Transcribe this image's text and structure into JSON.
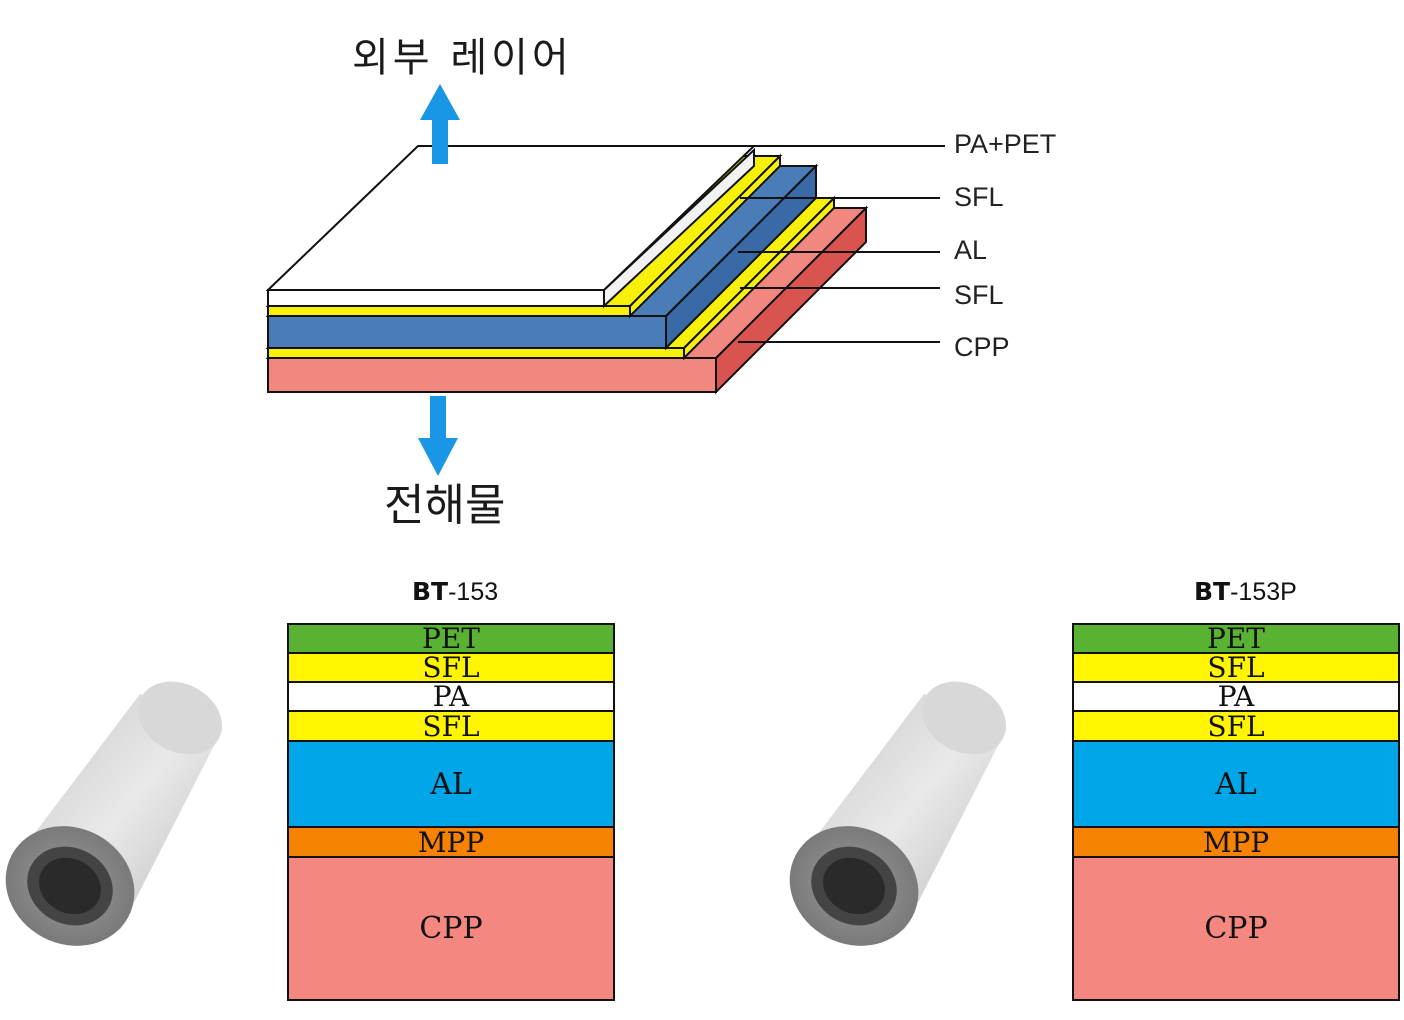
{
  "top_diagram": {
    "outer_label": "외부 레이어",
    "inner_label": "전해물",
    "layers": [
      {
        "name": "PA+PET",
        "color": "#ffffff"
      },
      {
        "name": "SFL",
        "color": "#f7f00a"
      },
      {
        "name": "AL",
        "color": "#4a7db8"
      },
      {
        "name": "SFL",
        "color": "#f7f00a"
      },
      {
        "name": "CPP",
        "color": "#ee8a80"
      }
    ],
    "arrow_color": "#1a96e6"
  },
  "products": [
    {
      "title_bold": "BT",
      "title_rest": "-153",
      "layers": [
        {
          "name": "PET",
          "color": "#5ab232"
        },
        {
          "name": "SFL",
          "color": "#fff500"
        },
        {
          "name": "PA",
          "color": "#ffffff"
        },
        {
          "name": "SFL",
          "color": "#fff500"
        },
        {
          "name": "AL",
          "color": "#00a6e8"
        },
        {
          "name": "MPP",
          "color": "#f58200"
        },
        {
          "name": "CPP",
          "color": "#f48880"
        }
      ]
    },
    {
      "title_bold": "BT",
      "title_rest": "-153P",
      "layers": [
        {
          "name": "PET",
          "color": "#5ab232"
        },
        {
          "name": "SFL",
          "color": "#fff500"
        },
        {
          "name": "PA",
          "color": "#ffffff"
        },
        {
          "name": "SFL",
          "color": "#fff500"
        },
        {
          "name": "AL",
          "color": "#00a6e8"
        },
        {
          "name": "MPP",
          "color": "#f58200"
        },
        {
          "name": "CPP",
          "color": "#f48880"
        }
      ]
    }
  ]
}
